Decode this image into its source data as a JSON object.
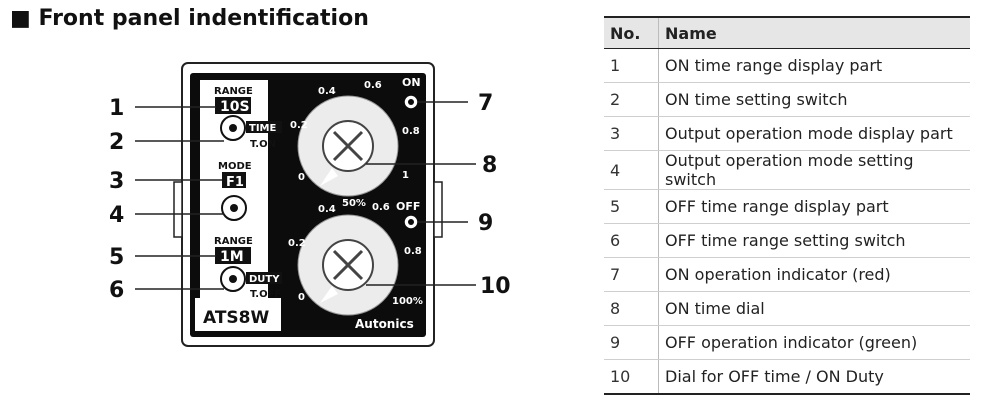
{
  "section_title": "■ Front panel indentification",
  "panel": {
    "range_label_top": "RANGE",
    "range_value_top": "10S",
    "time_label": "TIME",
    "t_on_label": "T.ON",
    "mode_label": "MODE",
    "mode_value": "F1",
    "range_label_bottom": "RANGE",
    "range_value_bottom": "1M",
    "duty_label": "DUTY",
    "t_off_label": "T.OFF",
    "model": "ATS8W",
    "brand": "Autonics",
    "on_indicator_label": "ON",
    "off_indicator_label": "OFF",
    "top_dial_scale": [
      "0",
      "0.2",
      "0.4",
      "0.6",
      "0.8",
      "1"
    ],
    "bottom_dial_scale": [
      "0",
      "0.2",
      "0.4",
      "50%",
      "0.6",
      "0.8",
      "100%"
    ]
  },
  "callouts": [
    "1",
    "2",
    "3",
    "4",
    "5",
    "6",
    "7",
    "8",
    "9",
    "10"
  ],
  "table": {
    "headers": [
      "No.",
      "Name"
    ],
    "rows": [
      {
        "no": "1",
        "name": "ON time range display part"
      },
      {
        "no": "2",
        "name": "ON time setting switch"
      },
      {
        "no": "3",
        "name": "Output operation mode display part"
      },
      {
        "no": "4",
        "name": "Output operation mode setting switch"
      },
      {
        "no": "5",
        "name": "OFF time range display part"
      },
      {
        "no": "6",
        "name": "OFF time range setting switch"
      },
      {
        "no": "7",
        "name": "ON operation indicator (red)"
      },
      {
        "no": "8",
        "name": "ON time dial"
      },
      {
        "no": "9",
        "name": "OFF operation indicator (green)"
      },
      {
        "no": "10",
        "name": "Dial for OFF time / ON Duty"
      }
    ]
  }
}
